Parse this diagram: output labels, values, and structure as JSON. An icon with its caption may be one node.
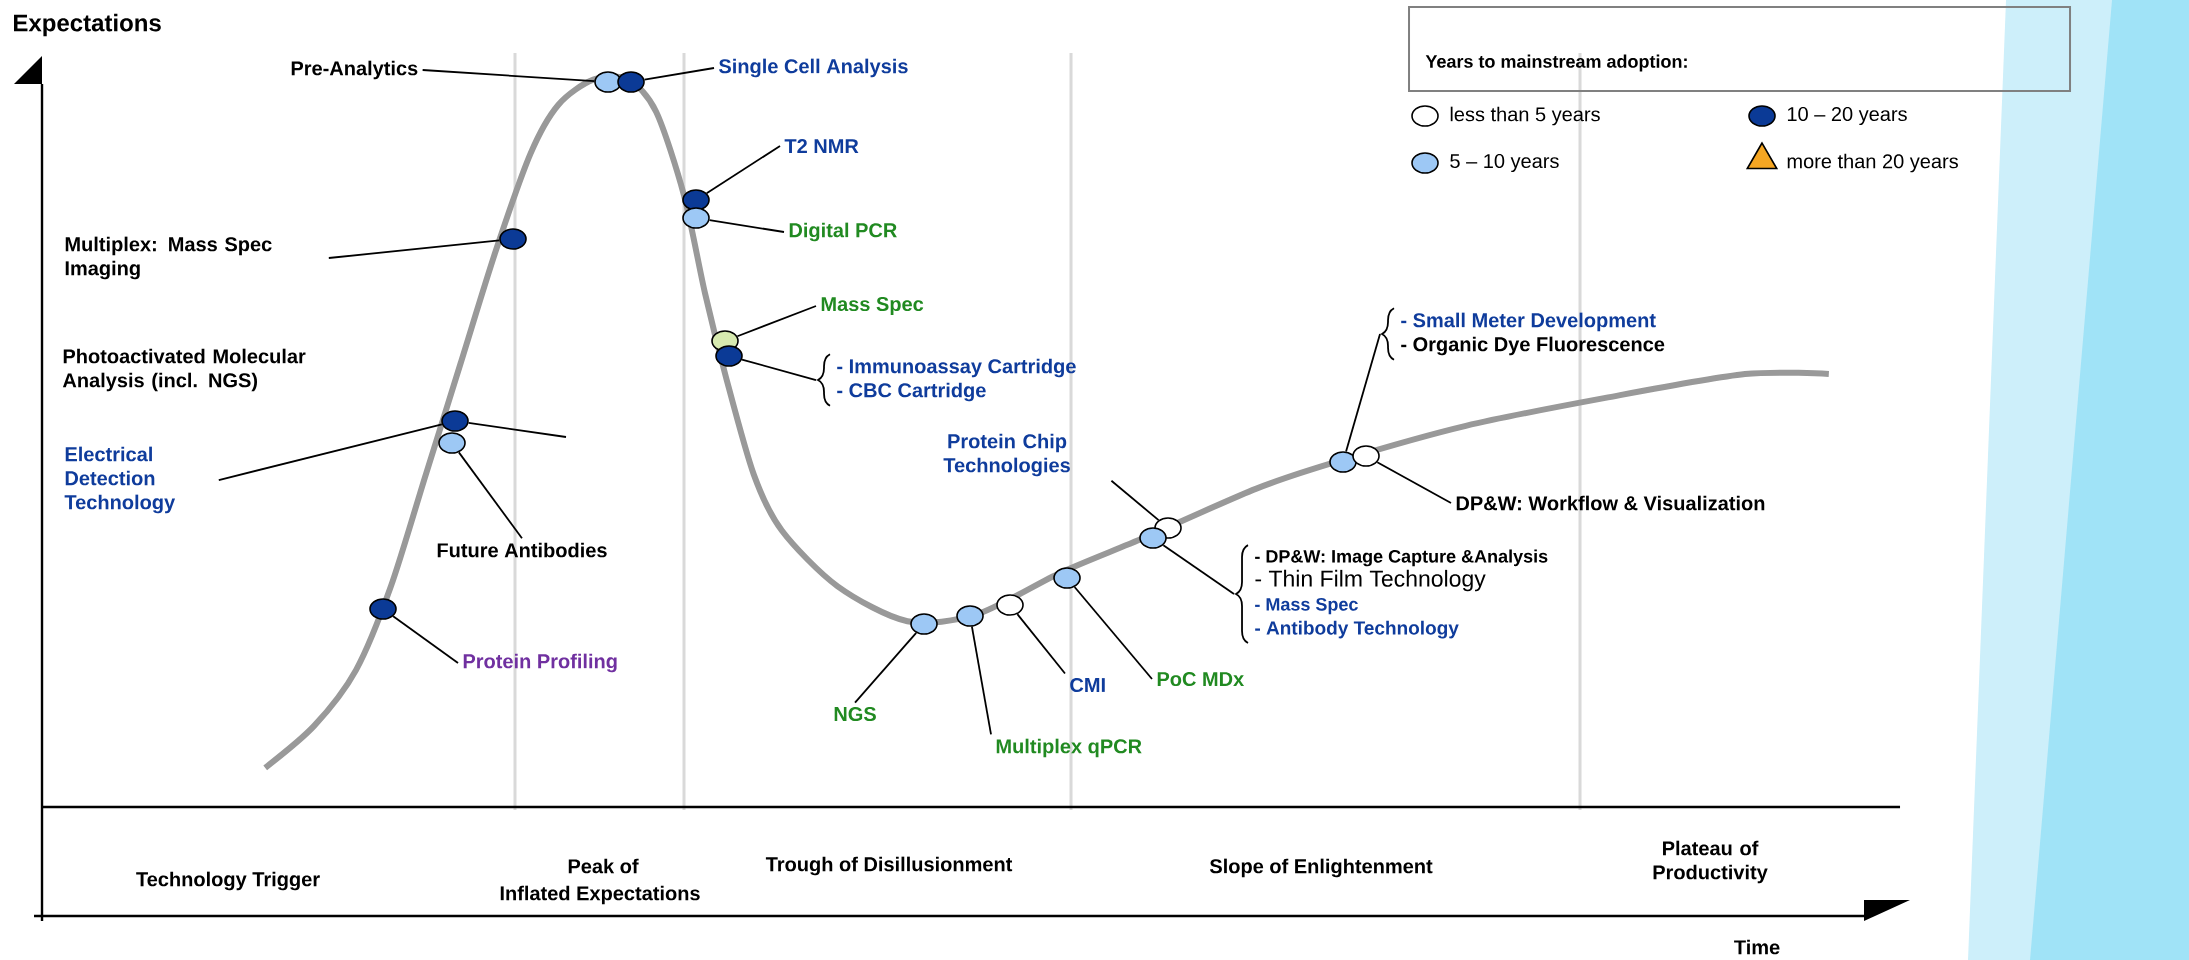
{
  "diagram": {
    "nodes": [
      {
        "text": [
          "Pre-Analytics"
        ]
      },
      {
        "text": [],
        "shape": "circle"
      },
      {
        "text": [],
        "shape": "circle"
      },
      {
        "text": [
          "Single Cell Analysis"
        ]
      },
      {
        "text": [
          "T2 NMR"
        ]
      },
      {
        "text": [],
        "shape": "circle"
      },
      {
        "text": [],
        "shape": "circle"
      },
      {
        "text": [
          "Digital PCR"
        ]
      },
      {
        "text": [
          "Multiplex: Mass Spec Imaging"
        ]
      },
      {
        "text": [],
        "shape": "circle"
      },
      {
        "text": [
          "Mass Spec"
        ]
      },
      {
        "text": [],
        "shape": "circle"
      },
      {
        "text": [],
        "shape": "circle"
      },
      {
        "text": [
          "- Immunoassay Cartridge",
          "- CBC Cartridge"
        ]
      },
      {
        "text": [
          "Electrical Detection Technology"
        ]
      },
      {
        "text": [],
        "shape": "circle"
      },
      {
        "text": [],
        "shape": "circle"
      },
      {
        "text": [
          "Future Antibodies"
        ]
      },
      {
        "text": [
          "Protein Chip Technologies"
        ]
      },
      {
        "text": [],
        "shape": "circle"
      },
      {
        "text": [],
        "shape": "circle"
      },
      {
        "text": [
          "- DP&W: Image Capture &Analysis",
          "- Thin Film Technology",
          "- Mass Spec",
          "- Antibody Technology"
        ]
      },
      {
        "text": [],
        "shape": "circle"
      },
      {
        "text": [
          "Protein Profiling"
        ]
      },
      {
        "text": [],
        "shape": "circle"
      },
      {
        "text": [
          "NGS"
        ]
      },
      {
        "text": [],
        "shape": "circle"
      },
      {
        "text": [
          "Multiplex qPCR"
        ]
      },
      {
        "text": [],
        "shape": "circle"
      },
      {
        "text": [
          "CMI"
        ]
      },
      {
        "text": [],
        "shape": "circle"
      },
      {
        "text": [
          "PoC MDx"
        ]
      },
      {
        "text": [
          "- Small Meter Development",
          "- Organic Dye Fluorescence"
        ]
      },
      {
        "text": [],
        "shape": "circle"
      },
      {
        "text": [],
        "shape": "circle"
      },
      {
        "text": [
          "DP&W: Workflow & Visualization"
        ]
      }
    ],
    "edges": [
      {
        "from": 0,
        "to": 1,
        "arrow": "none"
      },
      {
        "from": 3,
        "to": 2,
        "arrow": "none"
      },
      {
        "from": 4,
        "to": 5,
        "arrow": "none"
      },
      {
        "from": 7,
        "to": 6,
        "arrow": "none"
      },
      {
        "from": 8,
        "to": 9,
        "arrow": "none"
      },
      {
        "from": 10,
        "to": 11,
        "arrow": "none"
      },
      {
        "from": 13,
        "to": 12,
        "arrow": "none"
      },
      {
        "from": 14,
        "to": 15,
        "arrow": "none"
      },
      {
        "from": null,
        "to": 15,
        "arrow": "none"
      },
      {
        "from": 17,
        "to": 16,
        "arrow": "none"
      },
      {
        "from": 18,
        "to": 19,
        "arrow": "none"
      },
      {
        "from": 21,
        "to": 20,
        "arrow": "none"
      },
      {
        "from": 23,
        "to": 22,
        "arrow": "none"
      },
      {
        "from": 25,
        "to": 24,
        "arrow": "none"
      },
      {
        "from": 27,
        "to": 26,
        "arrow": "none"
      },
      {
        "from": 29,
        "to": 28,
        "arrow": "none"
      },
      {
        "from": 31,
        "to": 30,
        "arrow": "none"
      },
      {
        "from": 32,
        "to": 33,
        "arrow": "none"
      },
      {
        "from": 35,
        "to": 34,
        "arrow": "none"
      }
    ],
    "labels": [
      "Expectations",
      "Photoactivated Molecular Analysis (incl. NGS)",
      "Years to mainstream adoption:",
      "Technology Trigger",
      "Peak of",
      "Trough of Disillusionment",
      "Slope of Enlightenment",
      "Plateau of Productivity",
      "Inflated Expectations",
      "Time"
    ],
    "legend": [
      {
        "text": "less than 5 years"
      },
      {
        "text": "10 – 20 years",
        "color": "#0b3a96"
      },
      {
        "text": "5 – 10 years",
        "color": "#9dc8f5"
      },
      {
        "text": "more than 20 years",
        "color": "#f5a623"
      }
    ]
  }
}
